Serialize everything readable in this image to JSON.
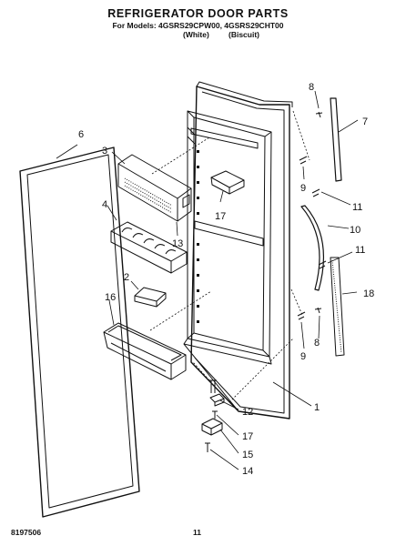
{
  "header": {
    "title": "REFRIGERATOR DOOR PARTS",
    "models": "For Models: 4GSRS29CPW00, 4GSRS29CHT00",
    "color_white": "(White)",
    "color_biscuit": "(Biscuit)"
  },
  "callouts": [
    "1",
    "2",
    "3",
    "4",
    "6",
    "7",
    "8",
    "8",
    "9",
    "9",
    "10",
    "11",
    "11",
    "12",
    "13",
    "14",
    "15",
    "16",
    "17",
    "17",
    "18"
  ],
  "footer": {
    "doc_number": "8197506",
    "page_number": "11"
  }
}
